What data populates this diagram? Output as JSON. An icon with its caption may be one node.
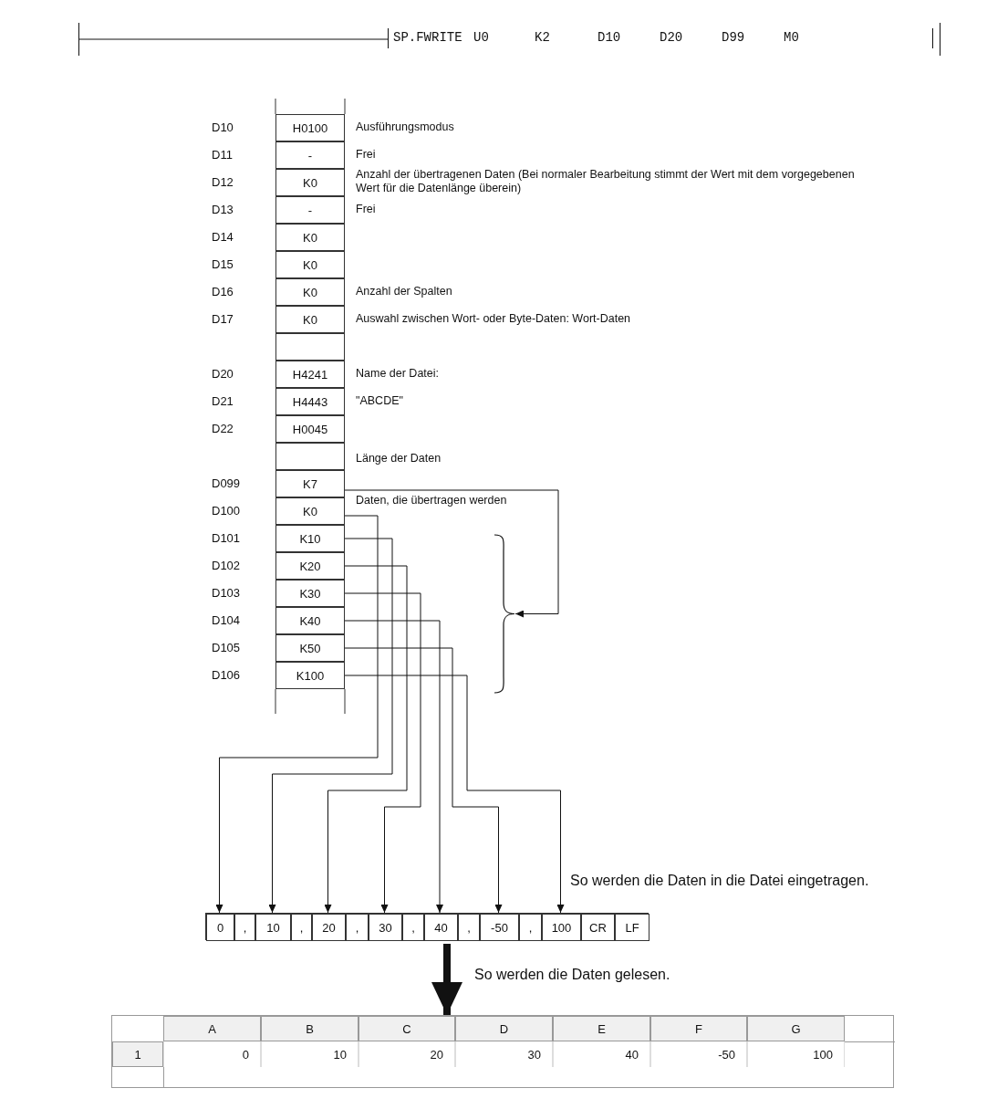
{
  "diagram": {
    "nodes": [
      {
        "text": [],
        "shape": "bar"
      },
      {
        "text": [
          "SP.FWRITE",
          "U0",
          "K2",
          "D10",
          "D20",
          "D99",
          "M0"
        ]
      },
      {
        "text": [],
        "shape": "bar"
      },
      {
        "text": [
          "H0100"
        ],
        "beside": [
          "D10"
        ]
      },
      {
        "text": [
          "-"
        ],
        "beside": [
          "D11"
        ]
      },
      {
        "text": [
          "K0"
        ],
        "beside": [
          "D12"
        ]
      },
      {
        "text": [
          "-"
        ],
        "beside": [
          "D13"
        ]
      },
      {
        "text": [
          "K0"
        ],
        "beside": [
          "D14"
        ]
      },
      {
        "text": [
          "K0"
        ],
        "beside": [
          "D15"
        ]
      },
      {
        "text": [
          "K0"
        ],
        "beside": [
          "D16"
        ]
      },
      {
        "text": [
          "K0"
        ],
        "beside": [
          "D17"
        ]
      },
      {
        "text": [],
        "shape": "box"
      },
      {
        "text": [
          "H4241"
        ],
        "beside": [
          "D20"
        ]
      },
      {
        "text": [
          "H4443"
        ],
        "beside": [
          "D21"
        ]
      },
      {
        "text": [
          "H0045"
        ],
        "beside": [
          "D22"
        ]
      },
      {
        "text": [],
        "shape": "box"
      },
      {
        "text": [
          "K7"
        ],
        "beside": [
          "D099"
        ]
      },
      {
        "text": [
          "K0"
        ],
        "beside": [
          "D100"
        ]
      },
      {
        "text": [
          "K10"
        ],
        "beside": [
          "D101"
        ]
      },
      {
        "text": [
          "K20"
        ],
        "beside": [
          "D102"
        ]
      },
      {
        "text": [
          "K30"
        ],
        "beside": [
          "D103"
        ]
      },
      {
        "text": [
          "K40"
        ],
        "beside": [
          "D104"
        ]
      },
      {
        "text": [
          "K50"
        ],
        "beside": [
          "D105"
        ]
      },
      {
        "text": [
          "K100"
        ],
        "beside": [
          "D106"
        ]
      },
      {
        "text": [],
        "shape": "brace"
      },
      {
        "text": [],
        "shape": "box"
      },
      {
        "text": [
          "0"
        ],
        "in": 25
      },
      {
        "text": [
          ","
        ],
        "in": 25
      },
      {
        "text": [
          "10"
        ],
        "in": 25
      },
      {
        "text": [
          ","
        ],
        "in": 25
      },
      {
        "text": [
          "20"
        ],
        "in": 25
      },
      {
        "text": [
          ","
        ],
        "in": 25
      },
      {
        "text": [
          "30"
        ],
        "in": 25
      },
      {
        "text": [
          ","
        ],
        "in": 25
      },
      {
        "text": [
          "40"
        ],
        "in": 25
      },
      {
        "text": [
          ","
        ],
        "in": 25
      },
      {
        "text": [
          "-50"
        ],
        "in": 25
      },
      {
        "text": [
          ","
        ],
        "in": 25
      },
      {
        "text": [
          "100"
        ],
        "in": 25
      },
      {
        "text": [
          "CR"
        ],
        "in": 25
      },
      {
        "text": [
          "LF"
        ],
        "in": 25
      },
      {
        "text": [],
        "shape": "box"
      },
      {
        "text": [
          "A"
        ],
        "in": 41
      },
      {
        "text": [
          "B"
        ],
        "in": 41
      },
      {
        "text": [
          "C"
        ],
        "in": 41
      },
      {
        "text": [
          "D"
        ],
        "in": 41
      },
      {
        "text": [
          "E"
        ],
        "in": 41
      },
      {
        "text": [
          "F"
        ],
        "in": 41
      },
      {
        "text": [
          "G"
        ],
        "in": 41
      },
      {
        "text": [
          "1"
        ],
        "in": 41
      },
      {
        "text": [
          "0"
        ],
        "in": 41
      },
      {
        "text": [
          "10"
        ],
        "in": 41
      },
      {
        "text": [
          "20"
        ],
        "in": 41
      },
      {
        "text": [
          "30"
        ],
        "in": 41
      },
      {
        "text": [
          "40"
        ],
        "in": 41
      },
      {
        "text": [
          "-50"
        ],
        "in": 41
      },
      {
        "text": [
          "100"
        ],
        "in": 41
      }
    ],
    "edges": [
      {
        "from": 0,
        "to": 1,
        "arrow": "none"
      },
      {
        "from": 16,
        "to": 24,
        "arrow": "to"
      },
      {
        "from": 17,
        "to": 26,
        "arrow": "to"
      },
      {
        "from": 18,
        "to": 28,
        "arrow": "to"
      },
      {
        "from": 19,
        "to": 30,
        "arrow": "to"
      },
      {
        "from": 20,
        "to": 32,
        "arrow": "to"
      },
      {
        "from": 21,
        "to": 34,
        "arrow": "to"
      },
      {
        "from": 22,
        "to": 36,
        "arrow": "to"
      },
      {
        "from": 23,
        "to": 38,
        "arrow": "to"
      },
      {
        "from": 25,
        "to": 41,
        "arrow": "to",
        "style": "thick"
      }
    ],
    "labels": [
      "Ausführungsmodus",
      "Frei",
      "Anzahl der übertragenen Daten (Bei normaler Bearbeitung stimmt der Wert mit dem vorgegebenen Wert für die Datenlänge überein)",
      "Frei",
      "Anzahl der Spalten",
      "Auswahl zwischen Wort- oder Byte-Daten: Wort-Daten",
      "Name der Datei:",
      "\"ABCDE\"",
      "Länge der Daten",
      "Daten, die übertragen werden",
      "So werden die Daten in die Datei eingetragen.",
      "So werden die Daten gelesen."
    ]
  }
}
